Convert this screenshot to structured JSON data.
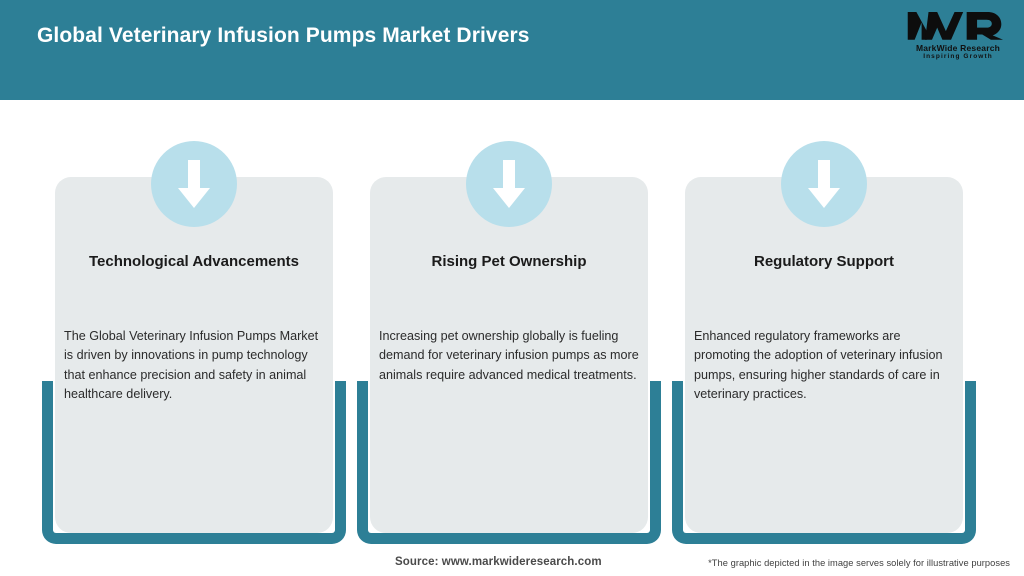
{
  "header": {
    "title": "Global Veterinary Infusion Pumps Market Drivers",
    "background_color": "#2d7f96",
    "title_color": "#ffffff",
    "logo": {
      "mark": "MWR",
      "name": "MarkWide Research",
      "tagline": "Inspiring Growth"
    }
  },
  "theme": {
    "teal": "#2d7f96",
    "circle_blue": "#b8dfeb",
    "panel_gray": "#e6eaeb",
    "page_background": "#ffffff",
    "title_text": "#1b1b1b",
    "body_text": "#2b2b2b"
  },
  "cards": [
    {
      "icon": "down-arrow-icon",
      "title": "Technological Advancements",
      "body": "The Global Veterinary Infusion Pumps Market is driven by innovations in pump technology that enhance precision and safety in animal healthcare delivery."
    },
    {
      "icon": "down-arrow-icon",
      "title": "Rising Pet Ownership",
      "body": "Increasing pet ownership globally is fueling demand for veterinary infusion pumps as more animals require advanced medical treatments."
    },
    {
      "icon": "down-arrow-icon",
      "title": "Regulatory Support",
      "body": "Enhanced regulatory frameworks are promoting the adoption of veterinary infusion pumps, ensuring higher standards of care in veterinary practices."
    }
  ],
  "footer": {
    "source": "Source: www.markwideresearch.com",
    "disclaimer": "*The graphic depicted in the image serves solely for illustrative purposes"
  }
}
